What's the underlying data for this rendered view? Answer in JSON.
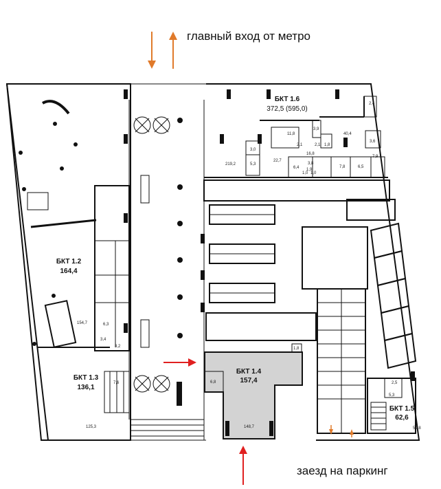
{
  "captions": {
    "metro_entrance": "главный вход от метро",
    "parking_entrance": "заезд на паркинг"
  },
  "units": [
    {
      "name": "БКТ 1.2",
      "area": "164,4"
    },
    {
      "name": "БКТ 1.3",
      "area": "136,1"
    },
    {
      "name": "БКТ 1.4",
      "area": "157,4"
    },
    {
      "name": "БКТ 1.5",
      "area": "62,6"
    },
    {
      "name": "БКТ 1.6",
      "area": "372,5 (595,0)"
    }
  ],
  "room_areas": {
    "r24": "2,4",
    "r39": "3,9",
    "r118": "11,8",
    "r404": "40,4",
    "r21a": "2,1",
    "r21b": "2,1",
    "r18": "1,8",
    "r36": "3,6",
    "r30": "3,0",
    "r168": "16,8",
    "r79": "7,9",
    "r2192": "219,2",
    "r53a": "5,3",
    "r227": "22,7",
    "r64": "6,4",
    "r38": "3,8",
    "r78": "7,8",
    "r65": "6,5",
    "r10": "1,0",
    "r10b": "1,0",
    "r19": "1,9",
    "r1547": "154,7",
    "r63": "6,3",
    "r34": "3,4",
    "r32": "3,2",
    "r18b": "1,8",
    "r68": "6,8",
    "r1487": "148,7",
    "r76": "7,6",
    "r1253": "125,3",
    "r25": "2,5",
    "r53b": "5,3",
    "r548": "54,8"
  },
  "colors": {
    "arrow_red": "#e02020",
    "arrow_orange": "#e07a2a",
    "unit_highlight": "#d3d3d3",
    "wall": "#111111"
  }
}
